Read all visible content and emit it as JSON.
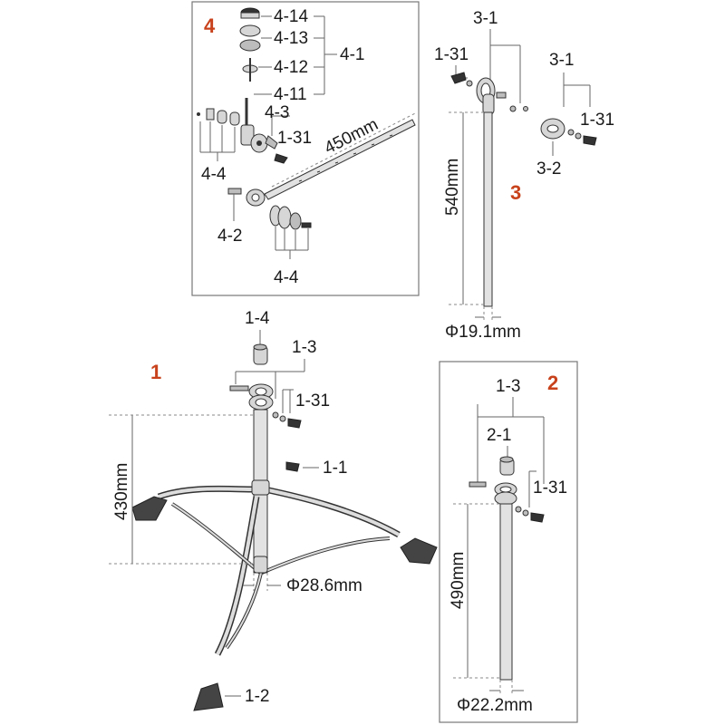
{
  "sections": {
    "s1": "1",
    "s2": "2",
    "s3": "3",
    "s4": "4"
  },
  "labels": {
    "p4_14": "4-14",
    "p4_13": "4-13",
    "p4_12": "4-12",
    "p4_11": "4-11",
    "p4_1": "4-1",
    "p4_3": "4-3",
    "p1_31_a": "1-31",
    "p4_4_a": "4-4",
    "p4_2": "4-2",
    "p4_4_b": "4-4",
    "p3_1_a": "3-1",
    "p1_31_b": "1-31",
    "p3_1_b": "3-1",
    "p1_31_c": "1-31",
    "p3_2": "3-2",
    "p1_4": "1-4",
    "p1_3_a": "1-3",
    "p1_31_d": "1-31",
    "p1_1": "1-1",
    "p1_2": "1-2",
    "p1_3_b": "1-3",
    "p2_1": "2-1",
    "p1_31_e": "1-31"
  },
  "dimensions": {
    "boom_length": "450mm",
    "rod3_length": "540mm",
    "rod3_diameter": "Φ19.1mm",
    "base_height": "430mm",
    "base_diameter": "Φ28.6mm",
    "rod2_length": "490mm",
    "rod2_diameter": "Φ22.2mm"
  },
  "colors": {
    "section_number": "#c8421c",
    "text": "#1a1a1a",
    "frame": "#777777"
  }
}
